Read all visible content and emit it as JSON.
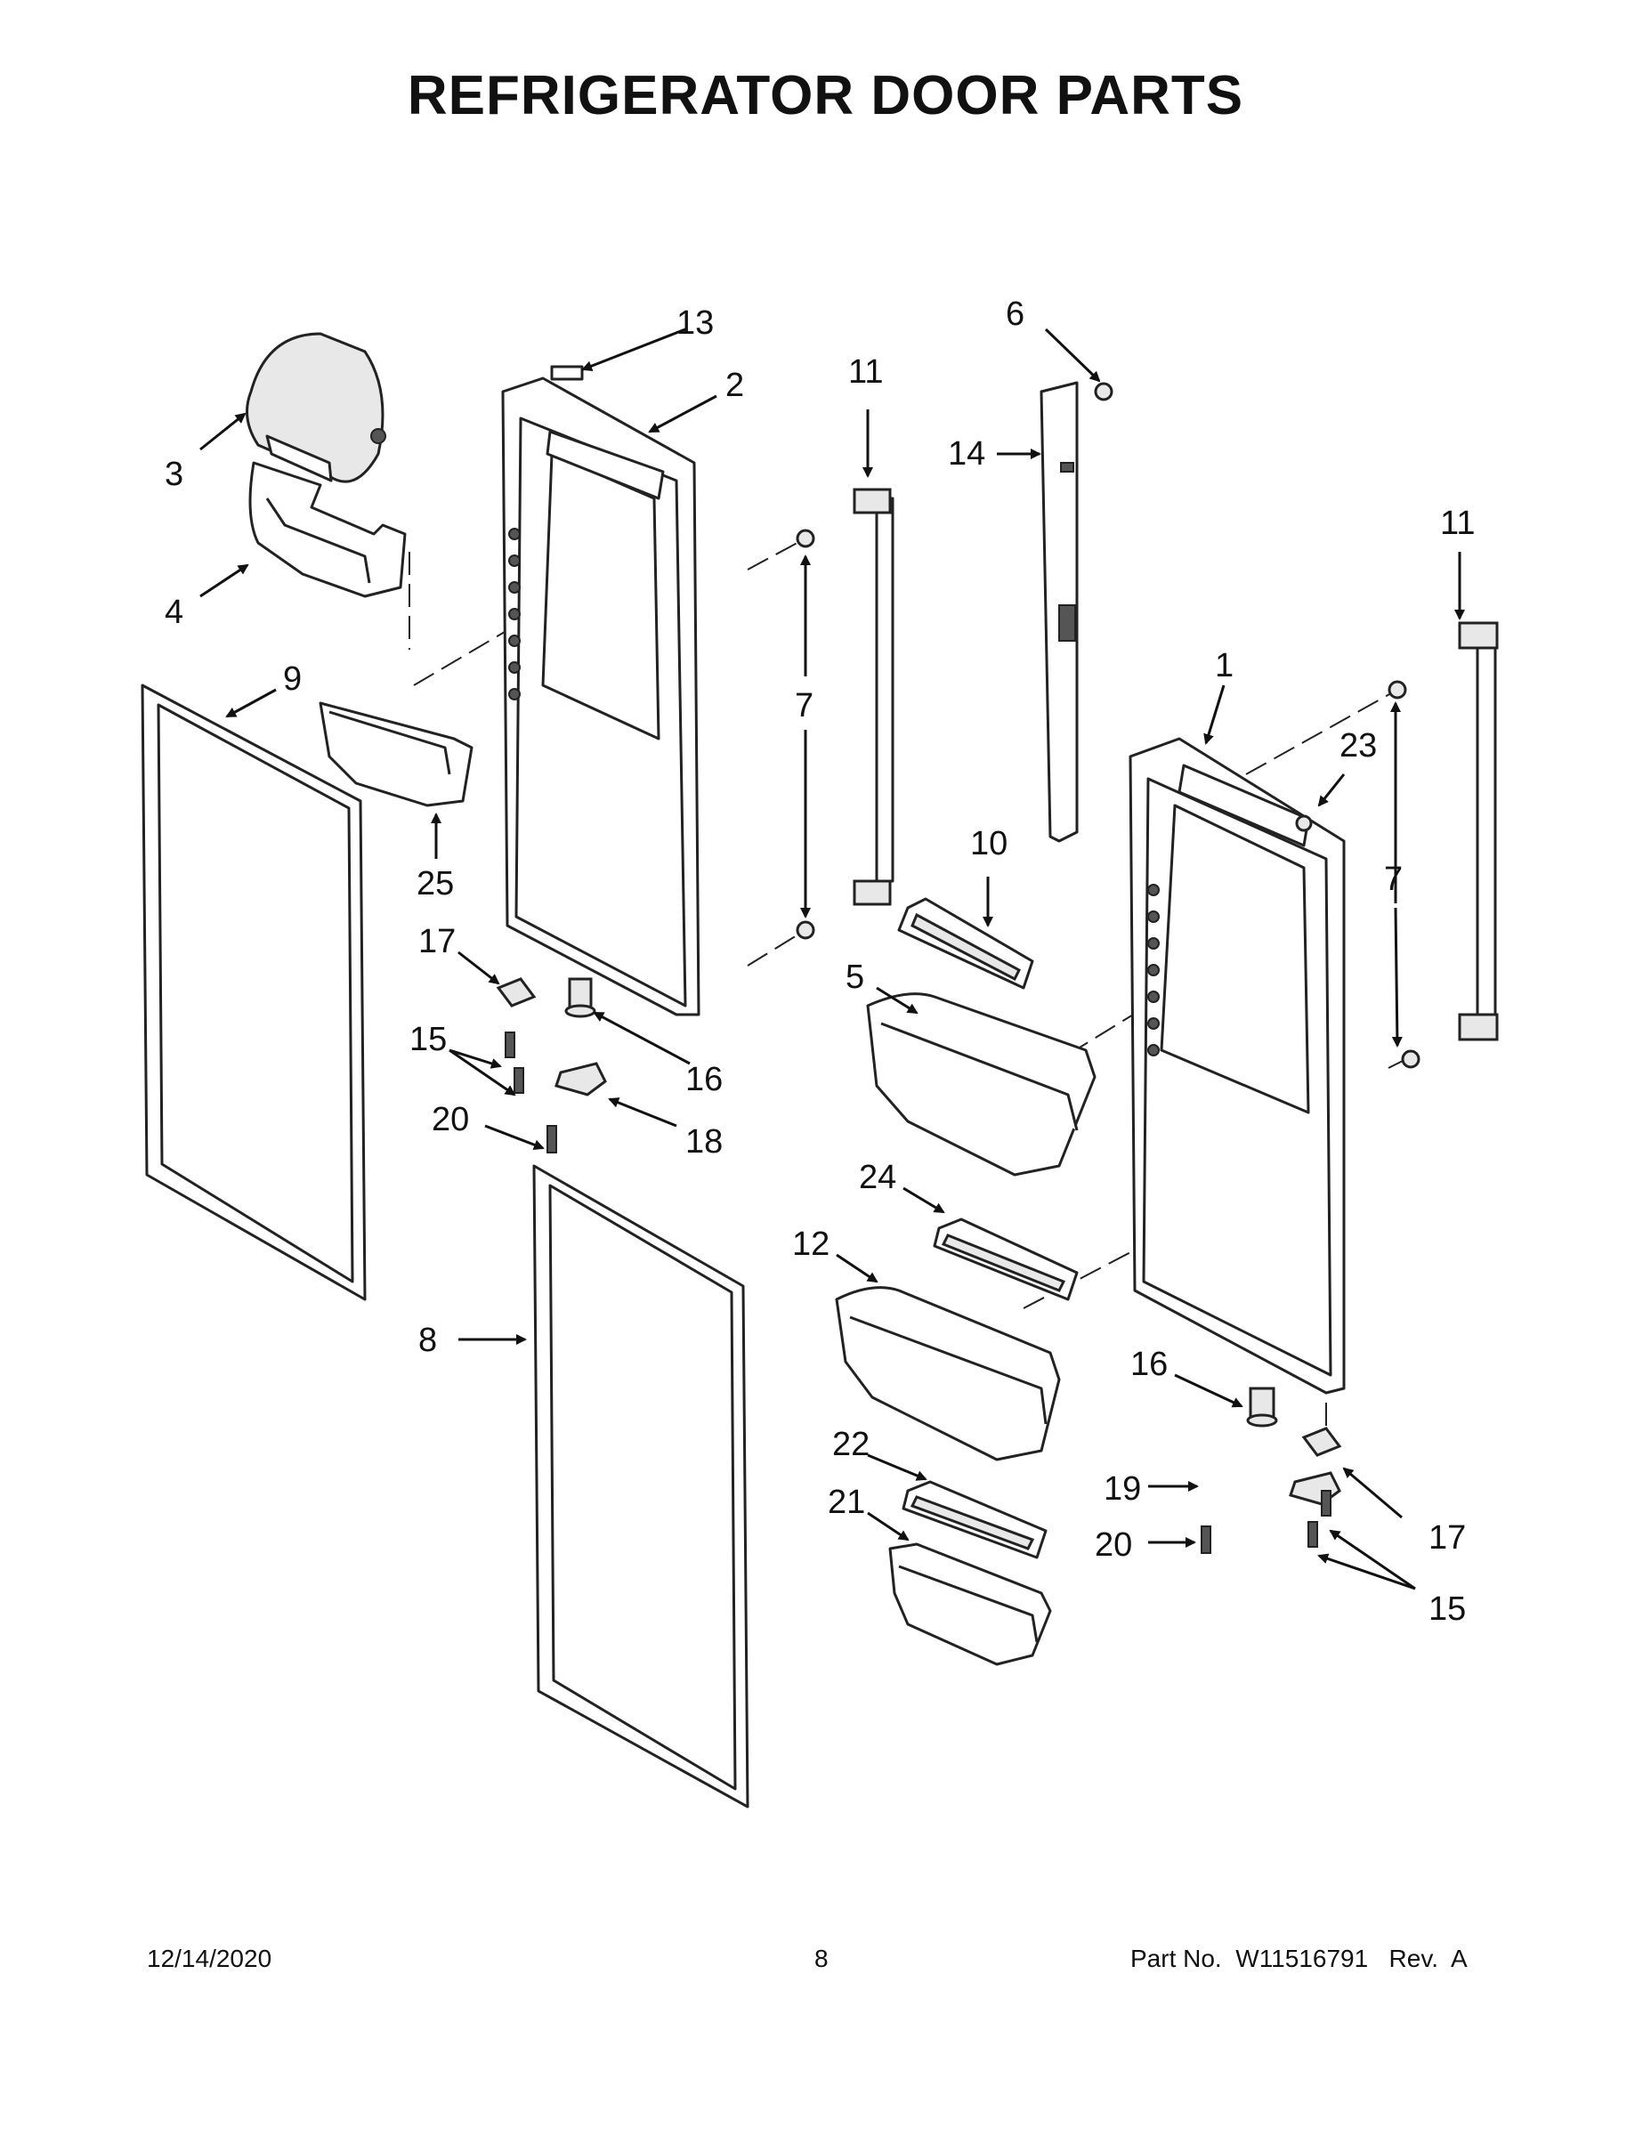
{
  "title": "REFRIGERATOR DOOR PARTS",
  "footer": {
    "date": "12/14/2020",
    "page": "8",
    "part_no": "Part No.  W11516791   Rev.  A"
  },
  "callouts": {
    "c1": "1",
    "c2": "2",
    "c3": "3",
    "c4": "4",
    "c5": "5",
    "c6": "6",
    "c7a": "7",
    "c7b": "7",
    "c8": "8",
    "c9": "9",
    "c10": "10",
    "c11a": "11",
    "c11b": "11",
    "c12": "12",
    "c13": "13",
    "c14": "14",
    "c15a": "15",
    "c15b": "15",
    "c16a": "16",
    "c16b": "16",
    "c17a": "17",
    "c17b": "17",
    "c18": "18",
    "c19": "19",
    "c20a": "20",
    "c20b": "20",
    "c21": "21",
    "c22": "22",
    "c23": "23",
    "c24": "24",
    "c25": "25"
  }
}
